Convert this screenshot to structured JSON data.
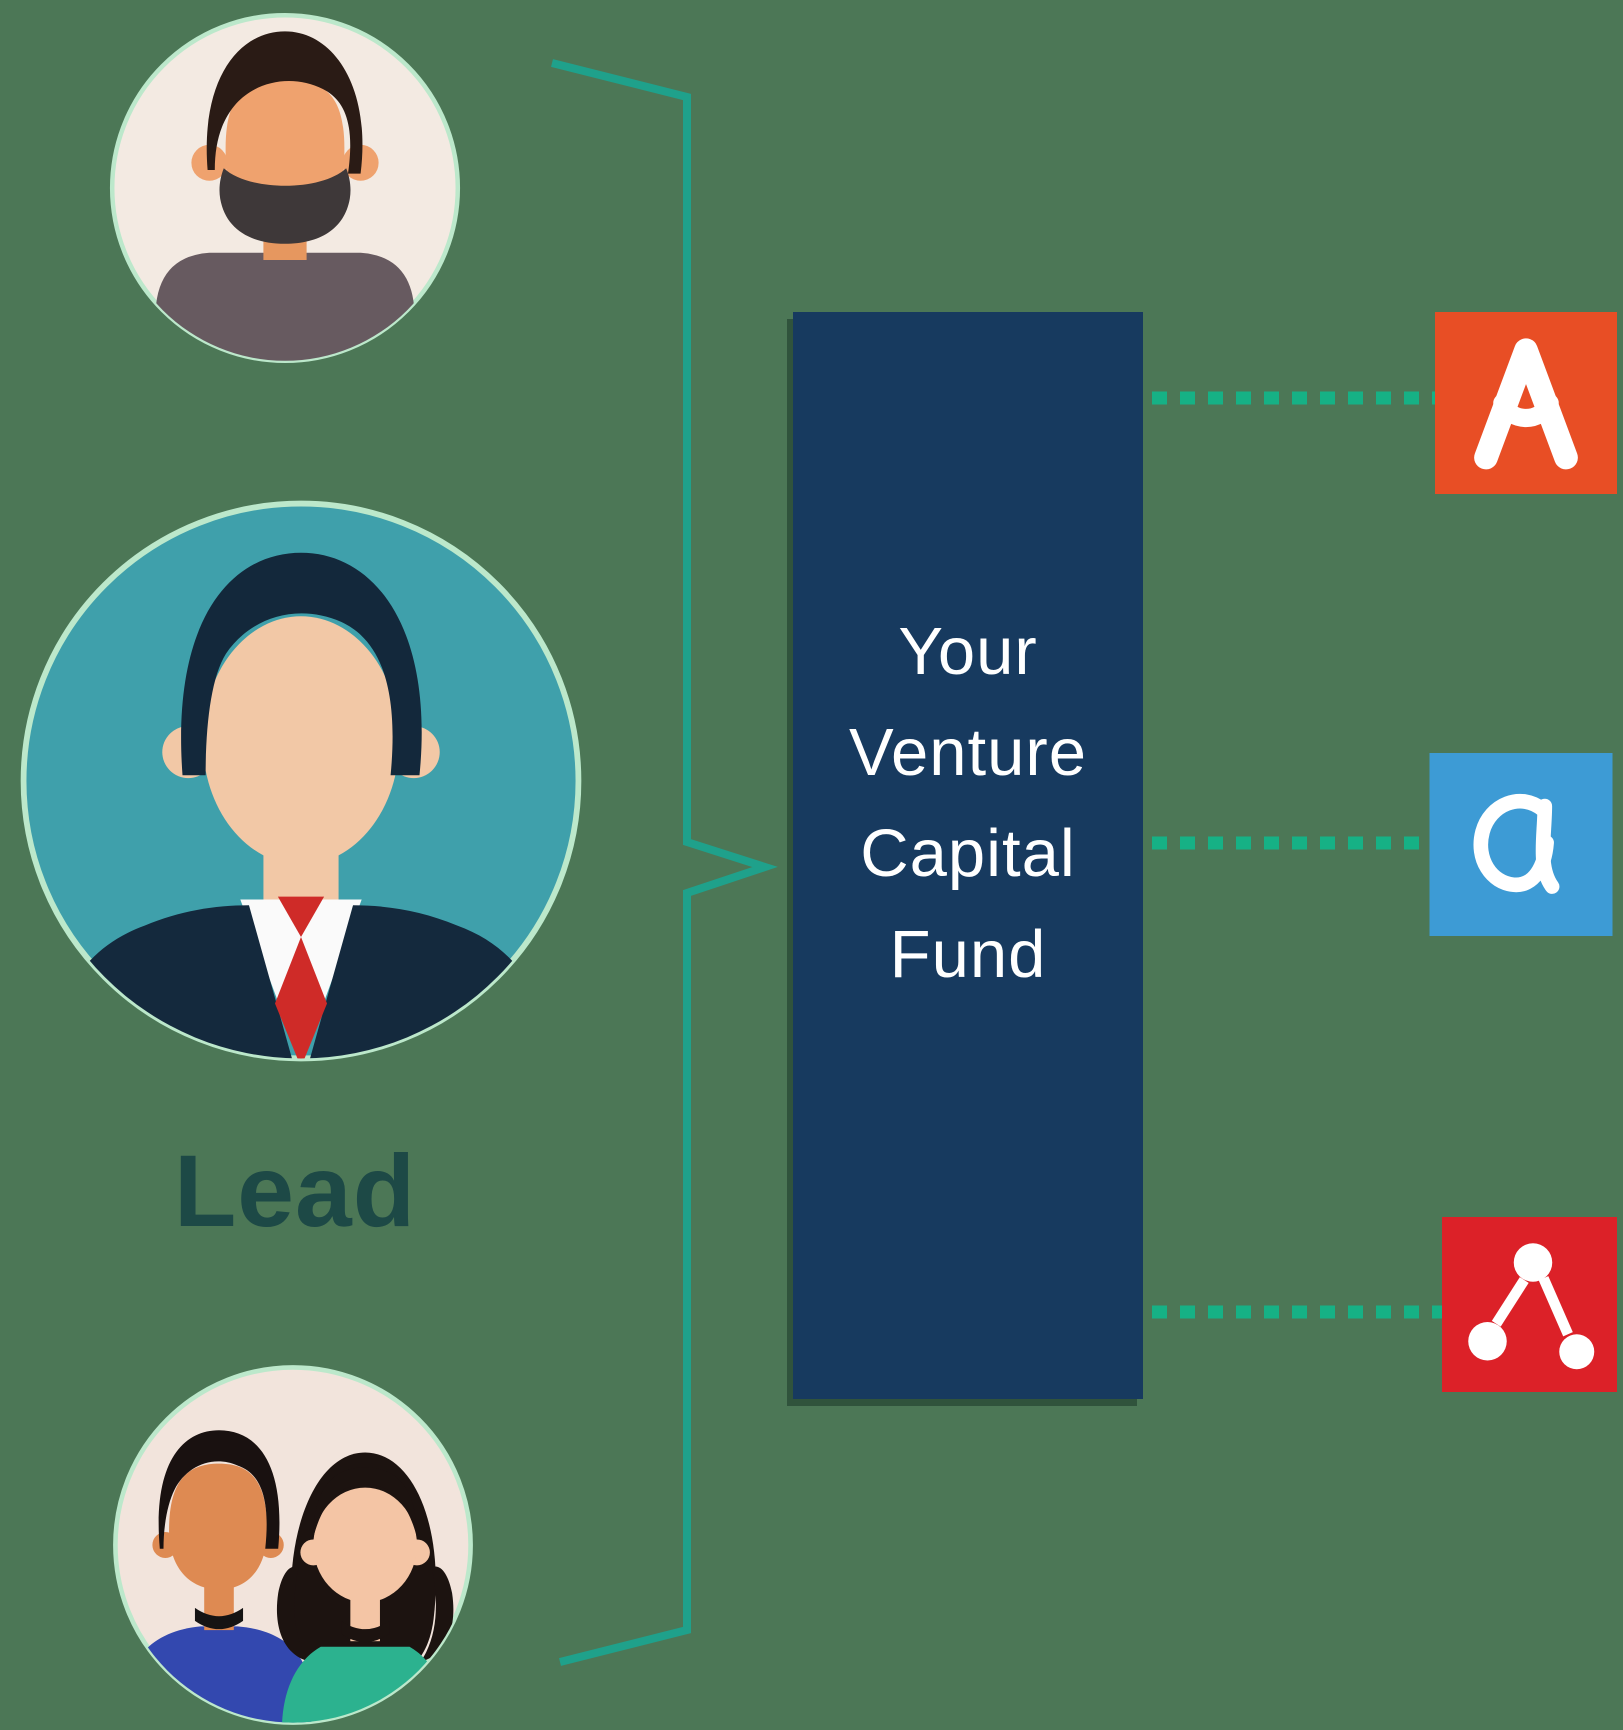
{
  "page": {
    "bg": "#4C7756",
    "description": "Infographic showing investors (a lead and other backers) pooling into a venture capital fund that invests in three portfolio companies"
  },
  "investors_group": {
    "lead_caption": {
      "text": "Lead",
      "color": "#1D4946"
    },
    "avatars": [
      {
        "name": "bearded-man",
        "circle_bg": "#F3EAE2",
        "hair": "#2A1B15",
        "beard": "#3E3839",
        "skin": "#EFA26E",
        "shirt": "#675A60",
        "halo": "#BCE8CB"
      },
      {
        "name": "lead-businessman",
        "circle_bg": "#3FA0AB",
        "hair": "#13283B",
        "skin": "#F2C8A6",
        "suit": "#14293D",
        "shirt": "#FAFAFA",
        "tie": "#CF2B28",
        "halo": "#BCE8CB"
      },
      {
        "name": "couple",
        "circle_bg": "#F2E4DC",
        "man_skin": "#DE8A52",
        "man_hair": "#191110",
        "man_shirt": "#3348AF",
        "woman_skin": "#F4C5A5",
        "woman_hair": "#1C1310",
        "woman_shirt": "#2CB28F",
        "halo": "#BCE8CB"
      }
    ]
  },
  "connector": {
    "brace_color": "#1FA18B",
    "dash_color": "#16B185"
  },
  "fund_box": {
    "label": "Your Venture Capital Fund",
    "lines": [
      "Your",
      "Venture",
      "Capital",
      "Fund"
    ],
    "bg": "#173A5F",
    "text_color": "#FFFFFF"
  },
  "portfolio": {
    "tiles": [
      {
        "name": "peak-A-smile-logo",
        "bg": "#E84E25",
        "glyph_color": "#FFFFFF",
        "glyph": "letter A with smile curve"
      },
      {
        "name": "handwritten-a-logo",
        "bg": "#3D9BD5",
        "glyph_color": "#FFFFFF",
        "glyph": "script lowercase a"
      },
      {
        "name": "network-nodes-logo",
        "bg": "#DC2128",
        "glyph_color": "#FFFFFF",
        "glyph": "three connected nodes"
      }
    ]
  }
}
